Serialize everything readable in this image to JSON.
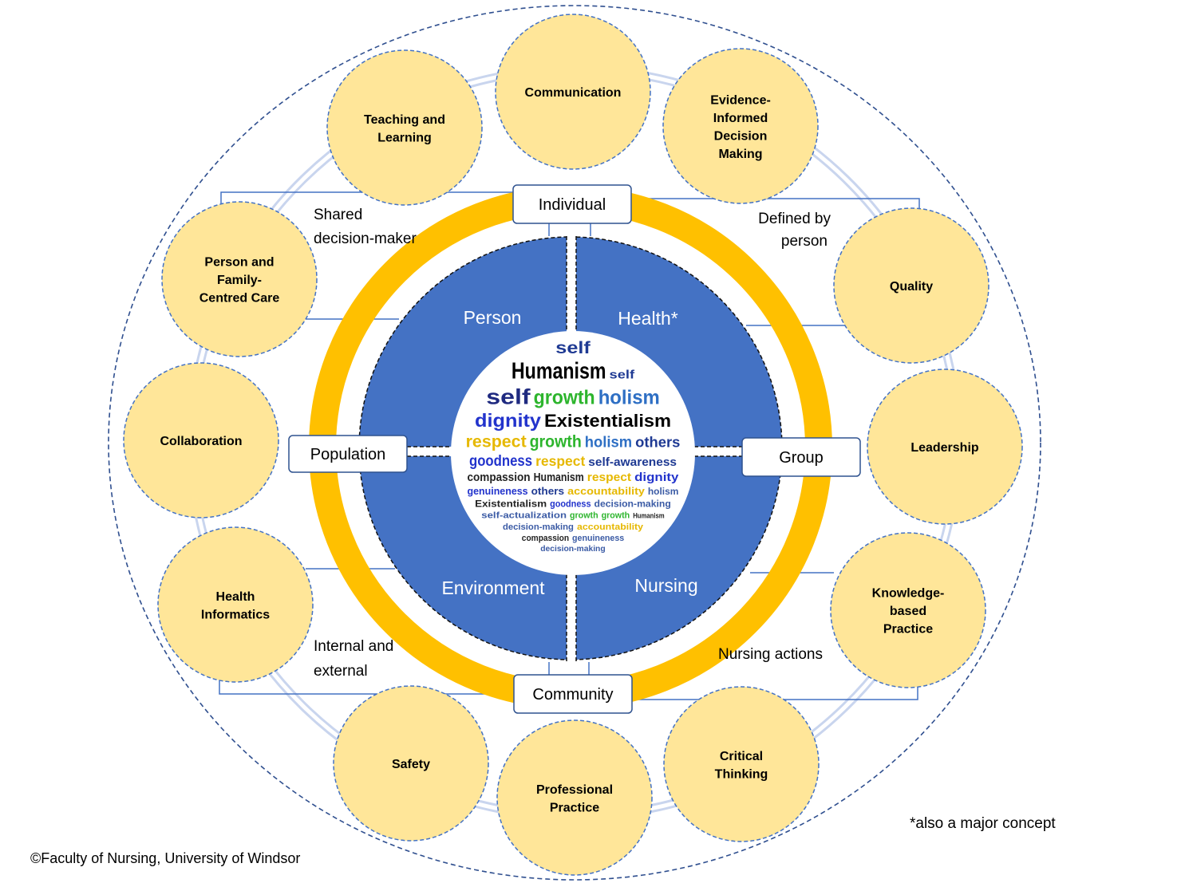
{
  "colors": {
    "circle_fill": "#FFE699",
    "circle_stroke": "#4472C4",
    "ring": "#FFC000",
    "quadrant": "#4472C4",
    "connector": "#4472C4",
    "halo": "#C9D5EE"
  },
  "concepts": [
    {
      "lines": [
        "Communication"
      ]
    },
    {
      "lines": [
        "Teaching and",
        "Learning"
      ]
    },
    {
      "lines": [
        "Evidence-",
        "Informed",
        "Decision",
        "Making"
      ]
    },
    {
      "lines": [
        "Person and",
        "Family-",
        "Centred Care"
      ]
    },
    {
      "lines": [
        "Quality"
      ]
    },
    {
      "lines": [
        "Collaboration"
      ]
    },
    {
      "lines": [
        "Leadership"
      ]
    },
    {
      "lines": [
        "Health",
        "Informatics"
      ]
    },
    {
      "lines": [
        "Knowledge-",
        "based",
        "Practice"
      ]
    },
    {
      "lines": [
        "Safety"
      ]
    },
    {
      "lines": [
        "Professional",
        "Practice"
      ]
    },
    {
      "lines": [
        "Critical",
        "Thinking"
      ]
    }
  ],
  "quadrants": {
    "person": "Person",
    "health": "Health*",
    "environment": "Environment",
    "nursing": "Nursing"
  },
  "boxes": {
    "individual": "Individual",
    "population": "Population",
    "group": "Group",
    "community": "Community"
  },
  "annotations": {
    "shared": [
      "Shared",
      "decision-maker"
    ],
    "defined": [
      "Defined by",
      "person"
    ],
    "internal": [
      "Internal and",
      "external"
    ],
    "nursing_actions": "Nursing actions",
    "footnote": "*also a major concept",
    "copyright": "©Faculty of Nursing, University of Windsor"
  },
  "wordcloud": {
    "words": [
      {
        "t": "Existentialism",
        "c": "#222222"
      },
      {
        "t": "self-awareness",
        "c": "#1F3A93"
      },
      {
        "t": "compassion",
        "c": "#222222"
      },
      {
        "t": "self",
        "c": "#1F3A93"
      },
      {
        "t": "respect",
        "c": "#E6B800"
      },
      {
        "t": "self-actualization",
        "c": "#3B5BA5"
      },
      {
        "t": "others",
        "c": "#1F3A93"
      },
      {
        "t": "Humanism",
        "c": "#222222"
      },
      {
        "t": "growth",
        "c": "#2DB52D"
      },
      {
        "t": "respect",
        "c": "#E6B800"
      },
      {
        "t": "holism",
        "c": "#2E6FC4"
      },
      {
        "t": "Humanism",
        "c": "#000000"
      },
      {
        "t": "genuineness",
        "c": "#2233CC"
      },
      {
        "t": "goodness",
        "c": "#2233CC"
      },
      {
        "t": "holism",
        "c": "#3B5BA5"
      },
      {
        "t": "others",
        "c": "#1F3A93"
      },
      {
        "t": "decision-making",
        "c": "#3B5BA5"
      },
      {
        "t": "dignity",
        "c": "#2233CC"
      },
      {
        "t": "accountability",
        "c": "#E6B800"
      },
      {
        "t": "respect",
        "c": "#E6B800"
      },
      {
        "t": "decision-making",
        "c": "#3B5BA5"
      },
      {
        "t": "dignity",
        "c": "#2233CC"
      },
      {
        "t": "growth",
        "c": "#2DB52D"
      },
      {
        "t": "Existentialism",
        "c": "#000000"
      },
      {
        "t": "growth",
        "c": "#2DB52D"
      },
      {
        "t": "self",
        "c": "#1F2A80"
      },
      {
        "t": "self",
        "c": "#1F3A93"
      },
      {
        "t": "growth",
        "c": "#2DB52D"
      },
      {
        "t": "accountability",
        "c": "#E6B800"
      },
      {
        "t": "compassion",
        "c": "#222222"
      },
      {
        "t": "goodness",
        "c": "#2233CC"
      },
      {
        "t": "genuineness",
        "c": "#3B5BA5"
      },
      {
        "t": "Humanism",
        "c": "#222222"
      },
      {
        "t": "holism",
        "c": "#2E6FC4"
      },
      {
        "t": "decision-making",
        "c": "#3B5BA5"
      }
    ]
  }
}
